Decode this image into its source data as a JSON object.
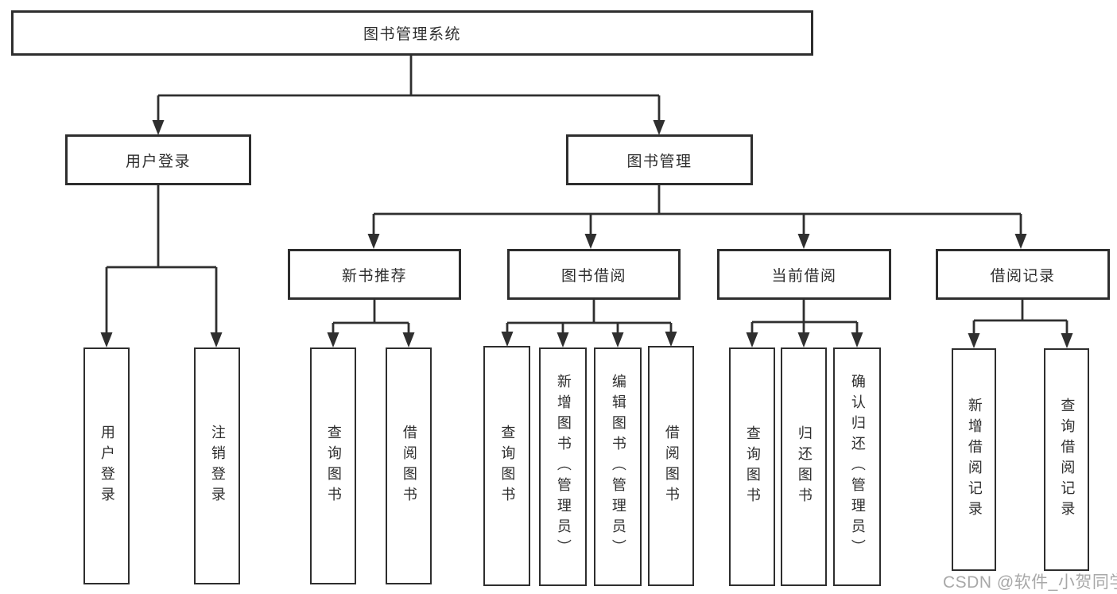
{
  "page": {
    "watermark": "CSDN @软件_小贺同学"
  },
  "colors": {
    "line": "#2f2f2f",
    "text": "#2e2e2e",
    "watermark": "#a8a8a8",
    "background": "#ffffff"
  },
  "tree": {
    "root": "图书管理系统",
    "branches": [
      {
        "label": "用户登录",
        "children": [
          "用户登录",
          "注销登录"
        ]
      },
      {
        "label": "图书管理",
        "children": [
          {
            "label": "新书推荐",
            "children": [
              "查询图书",
              "借阅图书"
            ]
          },
          {
            "label": "图书借阅",
            "children": [
              "查询图书",
              "新增图书（管理员）",
              "编辑图书（管理员）",
              "借阅图书"
            ]
          },
          {
            "label": "当前借阅",
            "children": [
              "查询图书",
              "归还图书",
              "确认归还（管理员）"
            ]
          },
          {
            "label": "借阅记录",
            "children": [
              "新增借阅记录",
              "查询借阅记录"
            ]
          }
        ]
      }
    ]
  }
}
